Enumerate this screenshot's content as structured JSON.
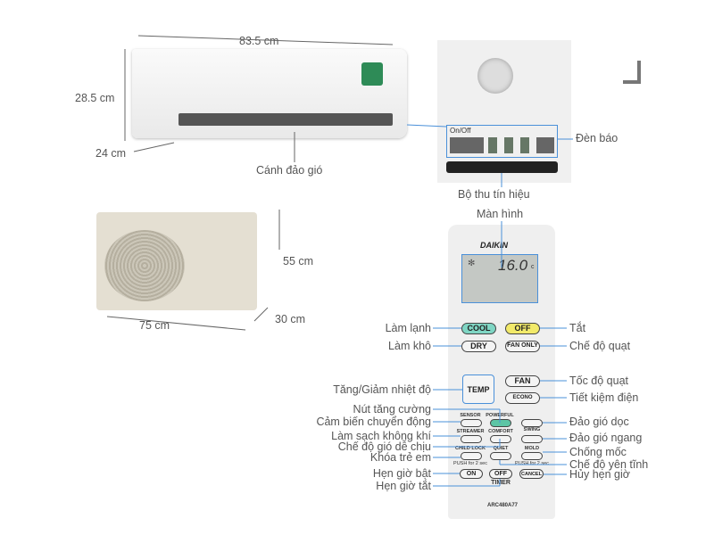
{
  "indoor": {
    "width": "83.5 cm",
    "height": "28.5 cm",
    "depth": "24 cm",
    "louver_label": "Cánh đảo gió"
  },
  "panel": {
    "onoff": "On/Off",
    "indicator_label": "Đèn báo",
    "receiver_label": "Bộ thu tín hiệu"
  },
  "outdoor": {
    "height": "55 cm",
    "width": "75 cm",
    "depth": "30 cm"
  },
  "remote": {
    "screen_label": "Màn hình",
    "brand": "DAIKIN",
    "lcd_temp": "16.0",
    "lcd_unit": "c",
    "model": "ARC480A77",
    "buttons": {
      "cool": "COOL",
      "off": "OFF",
      "dry": "DRY",
      "fan_only": "FAN ONLY",
      "temp": "TEMP",
      "fan": "FAN",
      "econo": "ECONO",
      "sensor": "SENSOR",
      "powerful": "POWERFUL",
      "streamer": "STREAMER",
      "comfort": "COMFORT",
      "swing": "SWING",
      "child_lock": "CHILD LOCK",
      "quiet": "QUIET",
      "mold": "MOLD",
      "push1": "PUSH for 2 sec",
      "push2": "PUSH for 2 sec",
      "timer_on": "ON",
      "timer_off": "OFF",
      "cancel": "CANCEL",
      "timer": "TIMER"
    },
    "left_labels": [
      "Làm lạnh",
      "Làm khô",
      "Tăng/Giảm nhiệt độ",
      "Nút tăng cường",
      "Cảm biến chuyển động",
      "Làm sạch không khí",
      "Chế độ gió dễ chịu",
      "Khóa trẻ em",
      "Hẹn giờ bật",
      "Hẹn giờ tắt"
    ],
    "right_labels": [
      "Tắt",
      "Chế độ quạt",
      "Tốc độ quạt",
      "Tiết kiệm điện",
      "Đảo gió dọc",
      "Đảo gió ngang",
      "Chống mốc",
      "Chế độ yên tĩnh",
      "Hủy hẹn giờ"
    ]
  },
  "colors": {
    "line": "#4a90d9",
    "cool": "#7fd6c4",
    "off": "#f2ea6a",
    "powerful": "#5cc5a5"
  }
}
